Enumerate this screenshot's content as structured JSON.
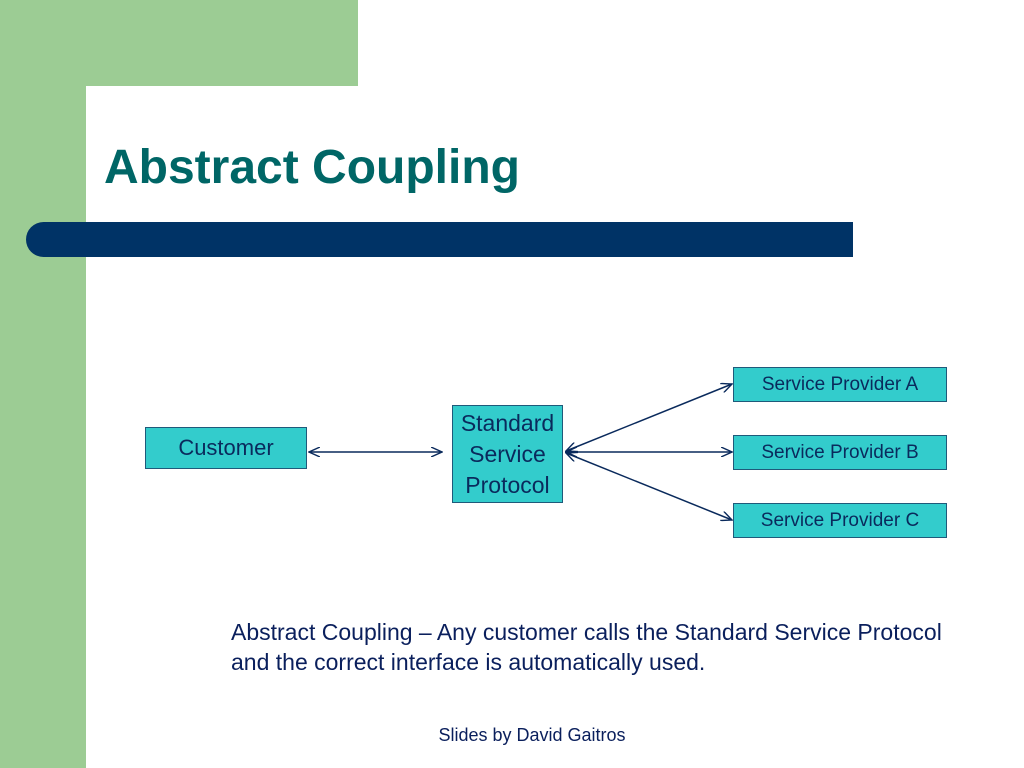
{
  "slide": {
    "title": "Abstract Coupling",
    "caption": "Abstract Coupling – Any customer calls the Standard Service Protocol and the correct interface is automatically used.",
    "footer": "Slides by David Gaitros"
  },
  "diagram": {
    "customer": "Customer",
    "protocol": "Standard\nService\nProtocol",
    "providers": [
      "Service Provider A",
      "Service Provider B",
      "Service Provider C"
    ]
  },
  "colors": {
    "green_bar": "#9ccc94",
    "title_text": "#006666",
    "rule_bar": "#003366",
    "box_fill": "#33cccc",
    "text_dark": "#0a1f5c"
  }
}
